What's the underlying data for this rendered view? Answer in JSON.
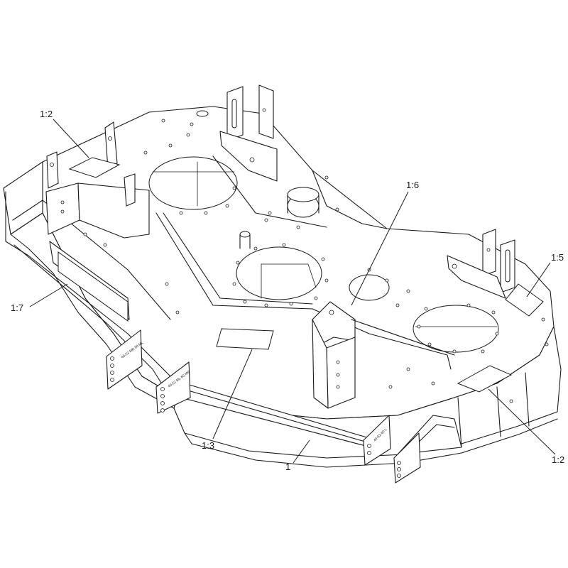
{
  "callouts": [
    {
      "id": "c1",
      "label": "1:2"
    },
    {
      "id": "c2",
      "label": "1:6"
    },
    {
      "id": "c3",
      "label": "1:5"
    },
    {
      "id": "c4",
      "label": "1:7"
    },
    {
      "id": "c5",
      "label": "1:3"
    },
    {
      "id": "c6",
      "label": "1"
    },
    {
      "id": "c7",
      "label": "1:2"
    }
  ],
  "bracket_stamps": {
    "left": "40-52 MR 60 ML",
    "center": "40-52 ML 60 MR",
    "right": "40-52-60 L"
  },
  "colors": {
    "line": "#1a1a1a",
    "background": "#ffffff"
  }
}
